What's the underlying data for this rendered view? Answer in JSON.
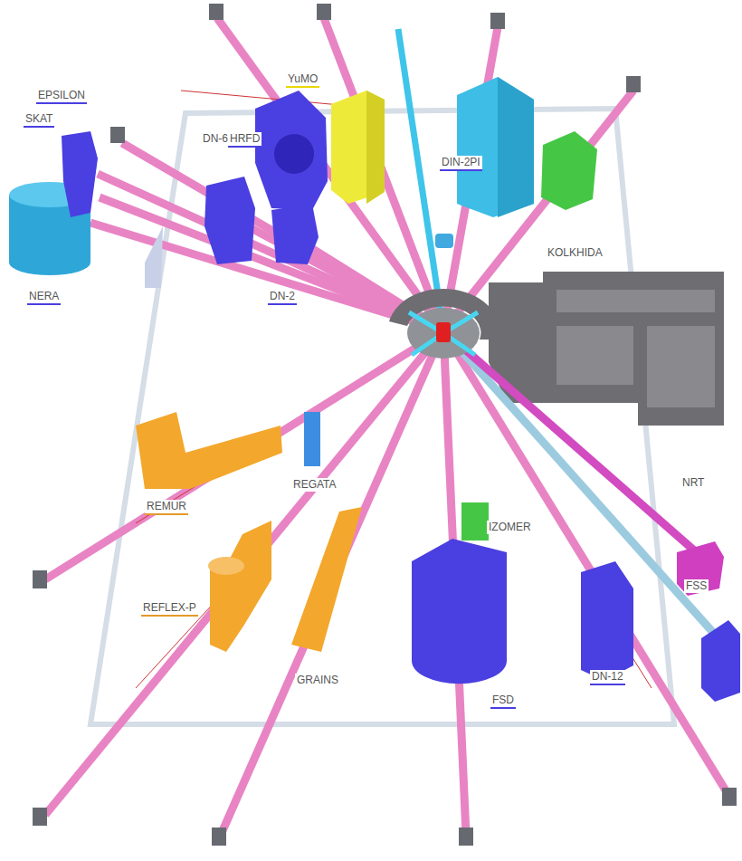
{
  "diagram": {
    "labels": [
      "EPSILON",
      "SKAT",
      "YuMO",
      "DN-6",
      "HRFD",
      "DIN-2PI",
      "NERA",
      "KOLKHIDA",
      "DN-2",
      "REMUR",
      "REGATA",
      "NRT",
      "IZOMER",
      "REFLEX-P",
      "GRAINS",
      "FSS",
      "DN-12",
      "FSD"
    ]
  }
}
